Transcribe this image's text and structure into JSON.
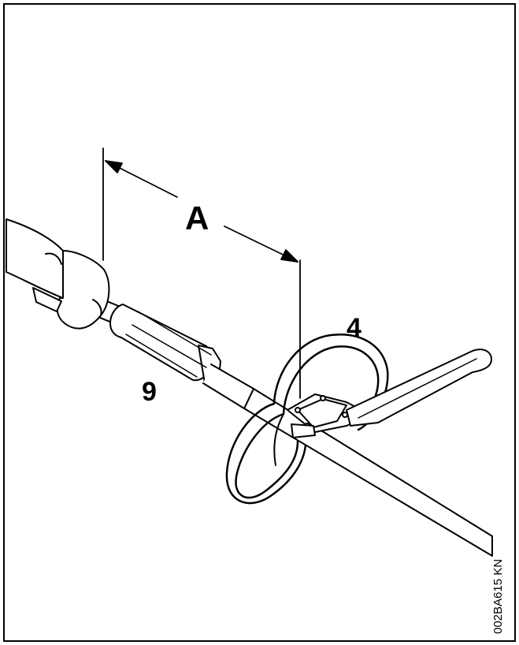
{
  "figure": {
    "dimension_label": "A",
    "callout_loop_handle": "4",
    "callout_clamp_sleeve": "9",
    "reference_code": "002BA615 KN"
  },
  "colors": {
    "ink": "#000000",
    "paper": "#ffffff"
  }
}
